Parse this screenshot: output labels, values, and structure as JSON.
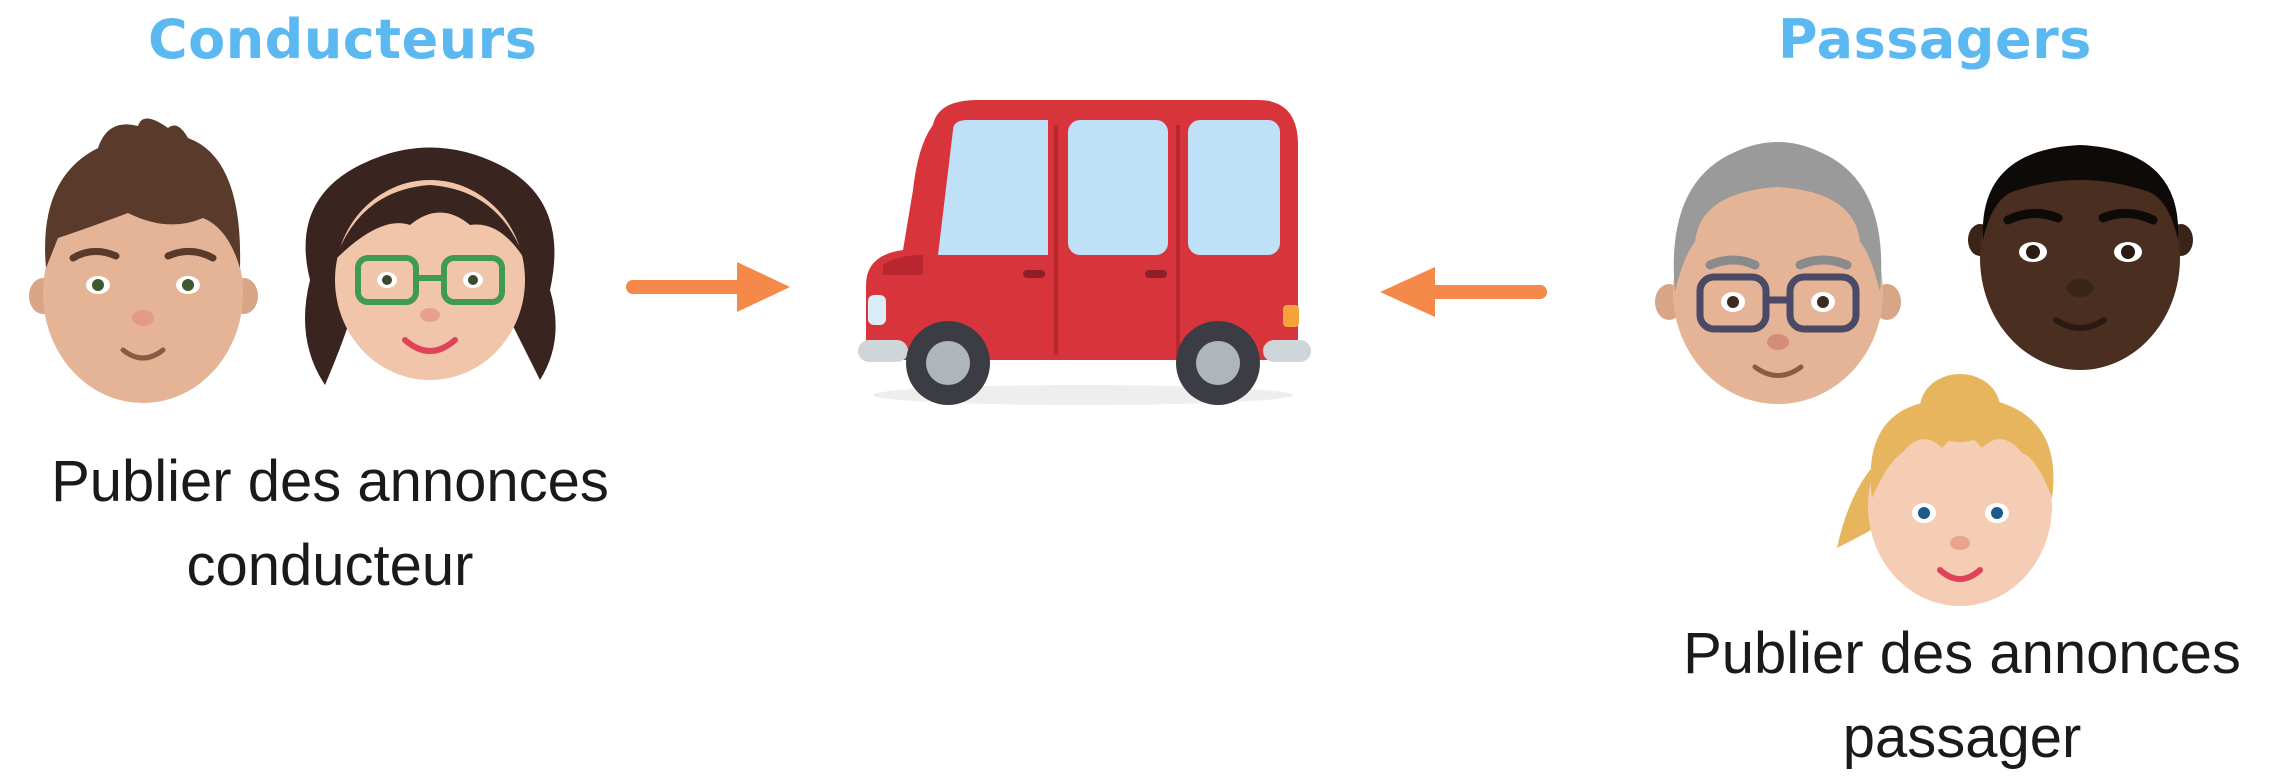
{
  "colors": {
    "title_blue": "#5BB8F0",
    "arrow_orange": "#F5894A",
    "van_red": "#D8343C",
    "window_blue": "#BFE1F7"
  },
  "drivers": {
    "title": "Conducteurs",
    "caption_line1": "Publier des annonces",
    "caption_line2": "conducteur",
    "avatars": [
      "man-brown-hair-avatar",
      "woman-glasses-avatar"
    ]
  },
  "vehicle": {
    "icon": "red-van-icon"
  },
  "arrows": {
    "left": "arrow-right-icon",
    "right": "arrow-left-icon"
  },
  "passengers": {
    "title": "Passagers",
    "caption_line1": "Publier des annonces",
    "caption_line2": "passager",
    "avatars": [
      "grey-haired-man-glasses-avatar",
      "dark-skinned-man-avatar",
      "blonde-woman-avatar"
    ]
  }
}
